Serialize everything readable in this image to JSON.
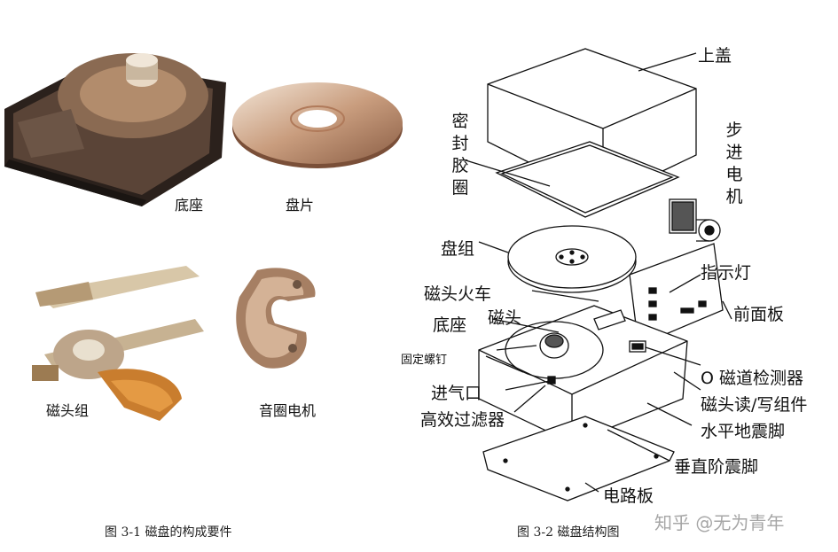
{
  "figure1": {
    "labels": {
      "base": "底座",
      "platter": "盘片",
      "head_assembly": "磁头组",
      "voice_coil_motor": "音圈电机"
    },
    "caption": "图 3-1   磁盘的构成要件"
  },
  "figure2": {
    "labels": {
      "top_cover": "上盖",
      "seal_gasket": "密封胶圈",
      "stepper_motor": "步进电机",
      "platter_stack": "盘组",
      "indicator_light": "指示灯",
      "head_carriage": "磁头火车",
      "front_panel": "前面板",
      "base": "底座",
      "head": "磁头",
      "fixing_screw": "固定螺钉",
      "track_detector": "O 磁道检测器",
      "air_inlet": "进气口",
      "hepa_filter": "高效过滤器",
      "rw_assembly": "磁头读/写组件",
      "horizontal_shock_mount": "水平地震脚",
      "vertical_shock_mount": "垂直阶震脚",
      "circuit_board": "电路板"
    },
    "caption": "图 3-2   磁盘结构图"
  },
  "watermark": "知乎 @无为青年"
}
